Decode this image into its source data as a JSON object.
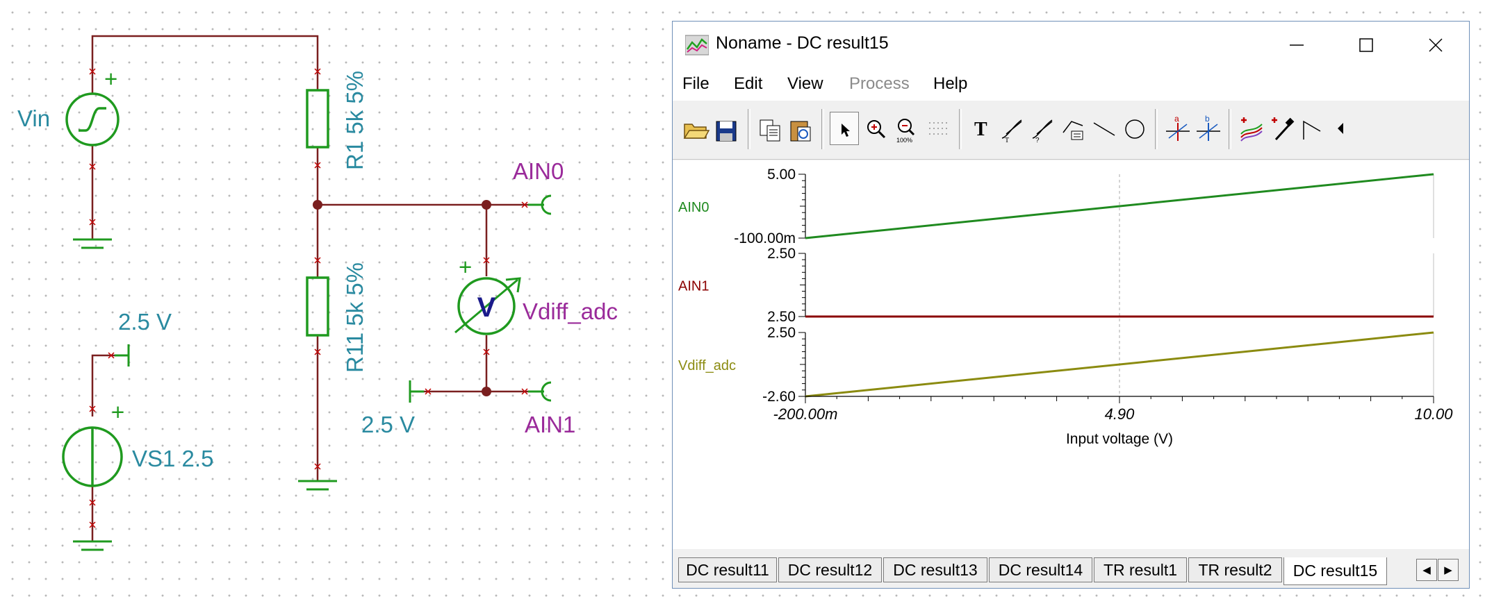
{
  "schematic": {
    "vin_label": "Vin",
    "vin_plus": "+",
    "r1_label": "R1 5k 5%",
    "r11_label": "R11 5k 5%",
    "ain0_label": "AIN0",
    "ain1_label": "AIN1",
    "meter_symbol": "V",
    "meter_plus": "+",
    "meter_label": "Vdiff_adc",
    "top_ref_label": "2.5 V",
    "bottom_ref_label": "2.5 V",
    "vs1_label": "VS1 2.5",
    "vs1_plus": "+"
  },
  "window": {
    "title": "Noname - DC result15",
    "menu": [
      "File",
      "Edit",
      "View",
      "Process",
      "Help"
    ],
    "menu_disabled": [
      false,
      false,
      false,
      true,
      false
    ],
    "toolbar_icons": [
      "open-icon",
      "save-icon",
      "copy-icon",
      "paste-icon",
      "pointer-icon",
      "zoom-in-icon",
      "zoom-100-icon",
      "grid-icon",
      "text-icon",
      "curve-label-icon",
      "curve-label2-icon",
      "formula-label-icon",
      "line-icon",
      "ellipse-icon",
      "cursor-a-icon",
      "cursor-b-icon",
      "add-curve-icon",
      "probe-icon",
      "pointer-arrow-icon",
      "scroll-left-icon"
    ],
    "tabs": [
      "DC result11",
      "DC result12",
      "DC result13",
      "DC result14",
      "TR result1",
      "TR result2",
      "DC result15"
    ],
    "active_tab": "DC result15"
  },
  "chart_data": {
    "type": "line",
    "xlabel": "Input voltage (V)",
    "x_ticks": [
      "-200.00m",
      "4.90",
      "10.00"
    ],
    "x_range": [
      -0.2,
      10.0
    ],
    "panels": [
      {
        "name": "AIN0",
        "color": "#1f8a1f",
        "y_ticks": [
          "5.00",
          "-100.00m"
        ],
        "ylim": [
          -0.1,
          5.0
        ],
        "x": [
          -0.2,
          10.0
        ],
        "y": [
          -0.1,
          5.0
        ]
      },
      {
        "name": "AIN1",
        "color": "#8b0000",
        "y_ticks": [
          "2.50",
          "2.50"
        ],
        "ylim": [
          2.5,
          2.5
        ],
        "x": [
          -0.2,
          10.0
        ],
        "y": [
          2.5,
          2.5
        ]
      },
      {
        "name": "Vdiff_adc",
        "color": "#8b8b10",
        "y_ticks": [
          "2.50",
          "-2.60"
        ],
        "ylim": [
          -2.6,
          2.5
        ],
        "x": [
          -0.2,
          10.0
        ],
        "y": [
          -2.6,
          2.5
        ]
      }
    ]
  }
}
